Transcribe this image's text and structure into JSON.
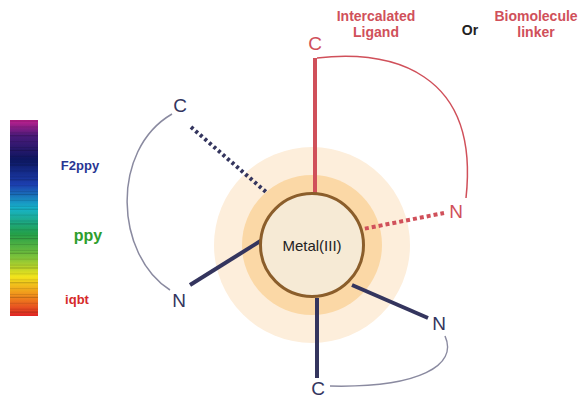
{
  "diagram": {
    "nodes": [
      {
        "text": [
          "Metal(III)"
        ]
      }
    ],
    "labels": [
      "Intercalated Ligand",
      "Or",
      "Biomolecule linker",
      "C",
      "C",
      "N",
      "N",
      "N",
      "C",
      "F2ppy",
      "ppy",
      "iqbt"
    ]
  }
}
